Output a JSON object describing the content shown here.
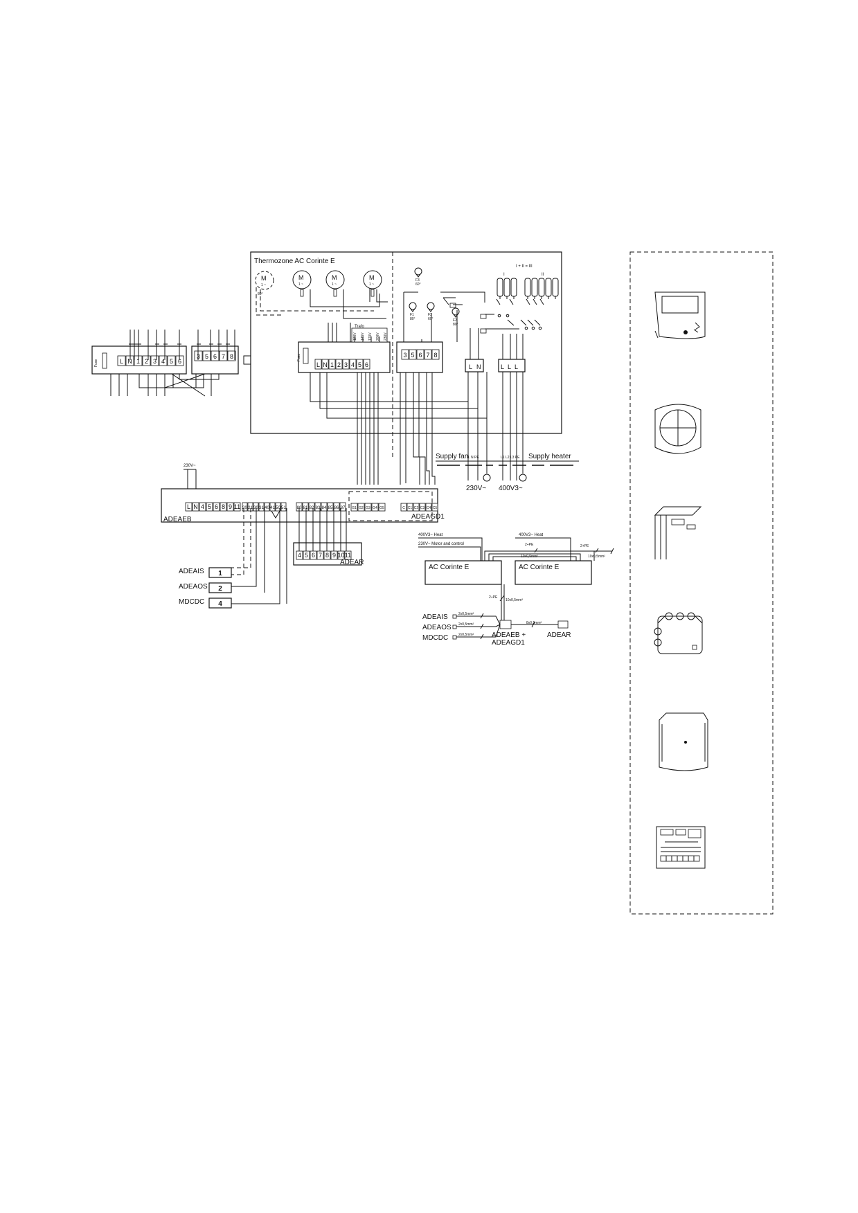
{
  "diagram": {
    "unit_title": "Thermozone AC Corinte E",
    "fuse_label": "Fuse",
    "motor_label": "M",
    "motor_sub": "1 ~",
    "motor_angle": "80°",
    "trafo_label": "Trafo",
    "trafo_taps": [
      "120V",
      "145V",
      "170V",
      "200V",
      "230V"
    ],
    "thermostats": [
      {
        "name": "F3",
        "temp": "60°"
      },
      {
        "name": "F1",
        "temp": "80°"
      },
      {
        "name": "F3",
        "temp": "60°"
      },
      {
        "name": "F2",
        "temp": "80°"
      }
    ],
    "heater_stage_label": "I + II = III",
    "heater_stage_i": "I",
    "heater_stage_ii": "II",
    "left_terminals": [
      "L",
      "N",
      "1",
      "2",
      "3",
      "4",
      "5",
      "6"
    ],
    "left_terminals_b": [
      "3",
      "5",
      "6",
      "7",
      "8"
    ],
    "unit_terminals": [
      "L",
      "N",
      "1",
      "2",
      "3",
      "4",
      "5",
      "6"
    ],
    "unit_terminals_b": [
      "3",
      "5",
      "6",
      "7",
      "8"
    ],
    "supply_fan_terminals": [
      "L",
      "N"
    ],
    "supply_heater_terminals": [
      "L",
      "L",
      "L"
    ],
    "supply_fan": "Supply fan",
    "supply_heater": "Supply heater",
    "supply_fan_sub": "L  N  PE",
    "supply_heater_sub": "L1 L2 L3 PE",
    "v230": "230V~",
    "v400": "400V3~",
    "adeaeb": {
      "name": "ADEAEB",
      "supply": "230V~",
      "terminals_1": [
        "L",
        "N",
        "4",
        "5",
        "6",
        "8",
        "9",
        "11"
      ],
      "terminals_2": [
        "20",
        "21",
        "30",
        "31",
        "40",
        "41",
        "50",
        "51"
      ],
      "terminals_3": [
        "80",
        "81",
        "82",
        "83",
        "84",
        "85",
        "86",
        "87"
      ]
    },
    "adeagd1": {
      "name": "ADEAGD1",
      "terminals_g": [
        "G1",
        "G2",
        "G3",
        "G4",
        "G5"
      ],
      "terminals_c": [
        "C",
        "C1",
        "C2",
        "C3",
        "C4",
        "C5"
      ]
    },
    "adear": {
      "name": "ADEAR",
      "terminals": [
        "4",
        "5",
        "6",
        "7",
        "8",
        "9",
        "10",
        "11"
      ]
    },
    "accessories": [
      {
        "label": "ADEAIS",
        "num": "1"
      },
      {
        "label": "ADEAOS",
        "num": "2"
      },
      {
        "label": "MDCDC",
        "num": "4"
      }
    ],
    "schematic": {
      "heat_left": "400V3~ Heat",
      "motor_control": "230V~ Motor and control",
      "heat_right": "400V3~ Heat",
      "pe_2": "2+PE",
      "pe_2_right": "2+PE",
      "cable_10": "10x0,5mm²",
      "cable_10_right": "10x0,5mm²",
      "unit_left": "AC Corinte E",
      "unit_right": "AC Corinte E",
      "pe_bottom": "2+PE",
      "cable_bottom": "10x0,5mm²",
      "sensors": [
        {
          "label": "ADEAIS",
          "cable": "2x0,5mm²"
        },
        {
          "label": "ADEAOS",
          "cable": "2x0,5mm²"
        },
        {
          "label": "MDCDC",
          "cable": "2x0,5mm²"
        }
      ],
      "hub_line1": "ADEAEB +",
      "hub_line2": "ADEAGD1",
      "adear_cable": "8x0,5mm²",
      "adear_label": "ADEAR"
    },
    "side_panel_icons": [
      "room-controller-icon",
      "switch-icon",
      "door-contact-icon",
      "junction-box-icon",
      "sensor-box-icon",
      "circuit-board-icon"
    ]
  }
}
